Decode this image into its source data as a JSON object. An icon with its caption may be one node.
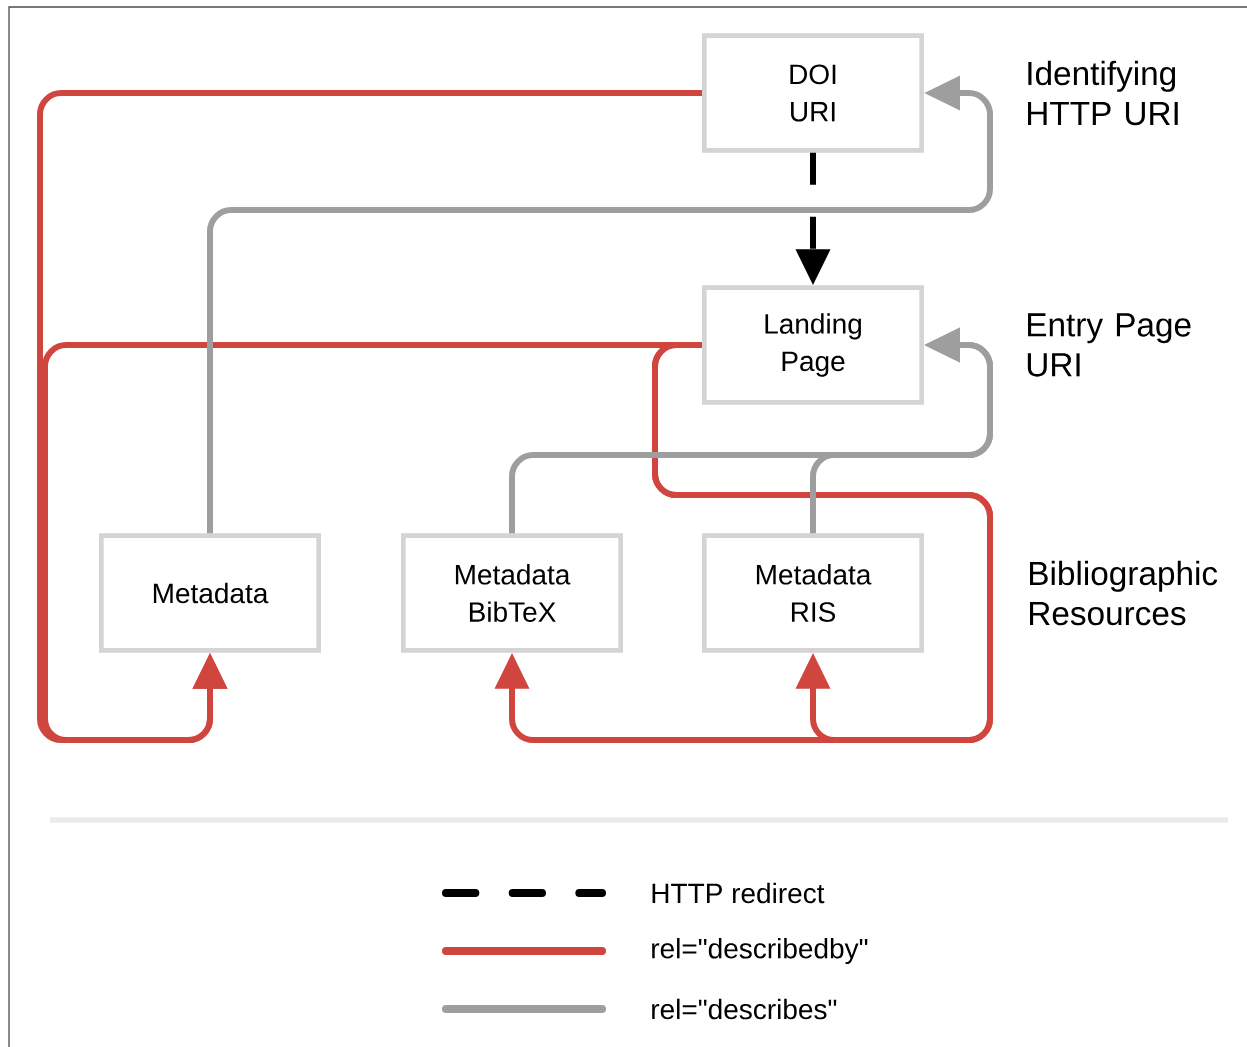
{
  "diagram": {
    "nodes": [
      {
        "text": [
          "DOI URI"
        ],
        "beside": [
          "Identifying HTTP URI"
        ]
      },
      {
        "text": [
          "Landing Page"
        ],
        "beside": [
          "Entry Page URI"
        ]
      },
      {
        "text": [
          "Metadata"
        ]
      },
      {
        "text": [
          "Metadata BibTeX"
        ]
      },
      {
        "text": [
          "Metadata RIS"
        ]
      }
    ],
    "edges": [
      {
        "from": 0,
        "to": 1,
        "arrow": "to",
        "style": "dashed",
        "color": "#000000"
      },
      {
        "from": 0,
        "to": 2,
        "arrow": "to"
      },
      {
        "from": 1,
        "to": 2,
        "arrow": "to"
      },
      {
        "from": 1,
        "to": 3,
        "arrow": "to"
      },
      {
        "from": 1,
        "to": 4,
        "arrow": "to"
      },
      {
        "from": 2,
        "to": 0,
        "arrow": "to",
        "color": "#9e9e9e"
      },
      {
        "from": 3,
        "to": 1,
        "arrow": "to",
        "color": "#9e9e9e"
      },
      {
        "from": 4,
        "to": 1,
        "arrow": "to",
        "color": "#9e9e9e"
      }
    ],
    "labels": [
      "Bibliographic Resources"
    ],
    "legend": [
      {
        "text": "HTTP redirect"
      },
      {
        "text": "rel=\"describedby\""
      },
      {
        "text": "rel=\"describes\""
      }
    ]
  }
}
